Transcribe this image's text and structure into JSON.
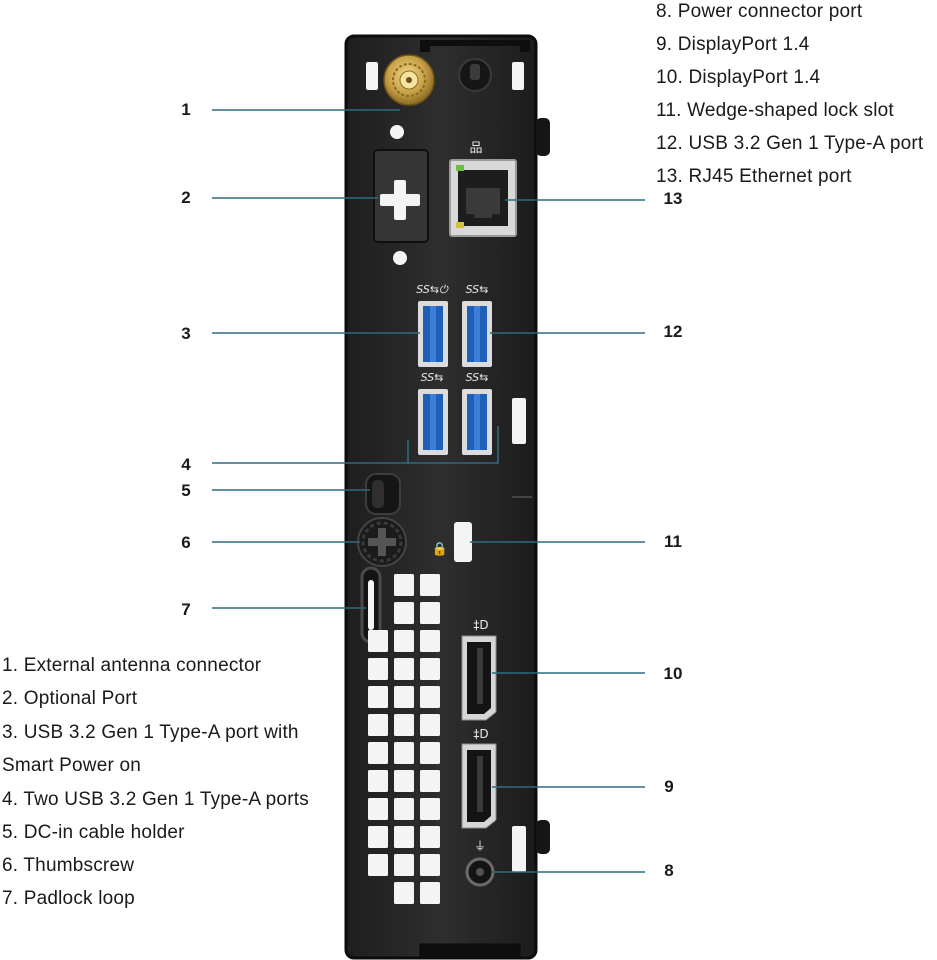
{
  "legend_right": [
    "8. Power connector port",
    "9. DisplayPort 1.4",
    "10. DisplayPort 1.4",
    "11. Wedge-shaped lock slot",
    "12. USB 3.2 Gen 1 Type-A port",
    "13. RJ45 Ethernet port"
  ],
  "legend_left": [
    "1. External antenna connector",
    "2. Optional Port",
    "3. USB 3.2 Gen 1 Type-A port with",
    "Smart Power on",
    "4. Two USB 3.2 Gen 1 Type-A ports",
    "5. DC-in cable holder",
    "6. Thumbscrew",
    "7. Padlock loop"
  ],
  "callouts_left": [
    "1",
    "2",
    "3",
    "4",
    "5",
    "6",
    "7"
  ],
  "callouts_right": [
    "13",
    "12",
    "11",
    "10",
    "9",
    "8"
  ],
  "colors": {
    "chassis": "#2a2a2a",
    "chassis_edge": "#111111",
    "callout_line": "#2e6b80",
    "usb_blue": "#1f5fb8",
    "antenna_gold": "#c9a24a"
  }
}
